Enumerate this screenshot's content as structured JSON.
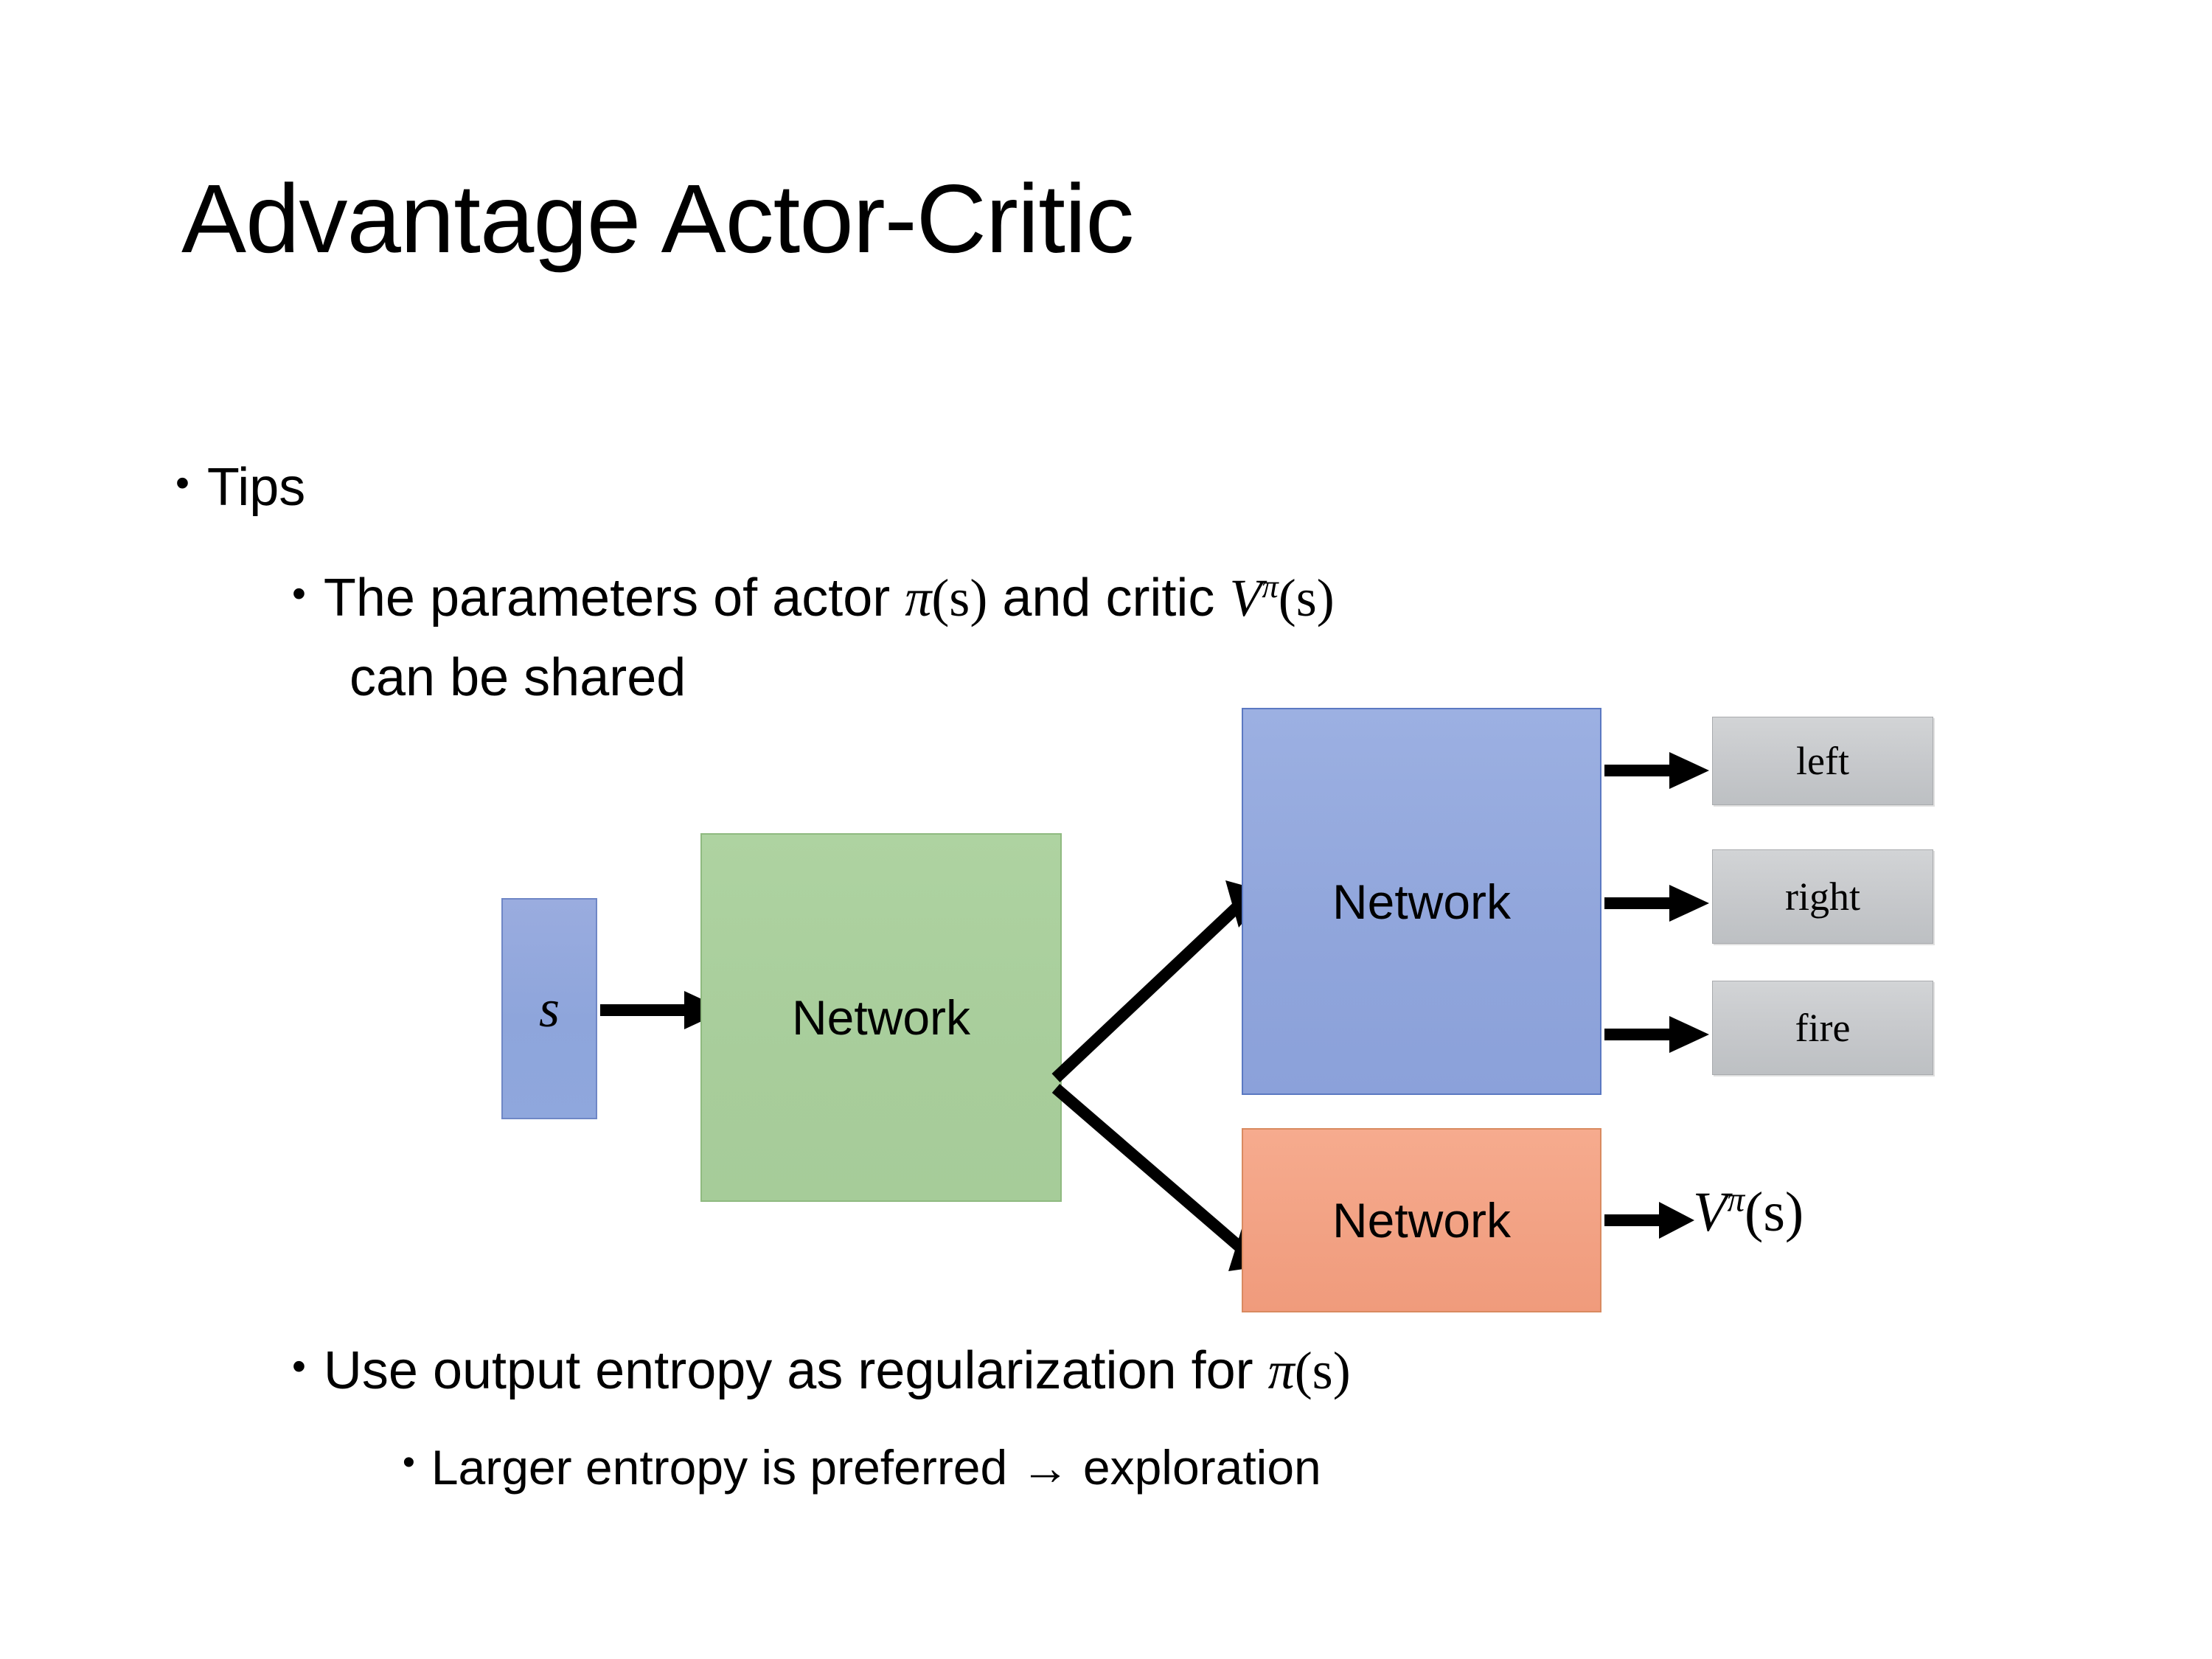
{
  "slide": {
    "title": "Advantage Actor-Critic",
    "background_color": "#ffffff"
  },
  "bullets": {
    "marker": "•",
    "level1": [
      {
        "text": "Tips"
      }
    ],
    "level2_line1_pre": "The parameters of actor ",
    "level2_line1_math1_base": "π",
    "level2_line1_math1_args": "(s)",
    "level2_line1_mid": "  and critic ",
    "level2_line1_math2_base": "V",
    "level2_line1_math2_sup": "π",
    "level2_line1_math2_args": "(s)",
    "level2_line2": "can be shared",
    "level2_entropy_pre": "Use output entropy as regularization for ",
    "level2_entropy_math_base": "π",
    "level2_entropy_math_args": "(s)",
    "level3_exploration": "Larger entropy is preferred → exploration"
  },
  "diagram": {
    "input_box": {
      "label": "s",
      "color": "#8fa7dd"
    },
    "shared_network": {
      "label": "Network",
      "color": "#a8cd9b"
    },
    "actor_network": {
      "label": "Network",
      "color": "#90a5db"
    },
    "critic_network": {
      "label": "Network",
      "color": "#f2a183"
    },
    "actions": [
      {
        "label": "left",
        "color": "#c6c8cb"
      },
      {
        "label": "right",
        "color": "#c6c8cb"
      },
      {
        "label": "fire",
        "color": "#c6c8cb"
      }
    ],
    "critic_output": {
      "base": "V",
      "sup": "π",
      "args": "(s)"
    }
  }
}
